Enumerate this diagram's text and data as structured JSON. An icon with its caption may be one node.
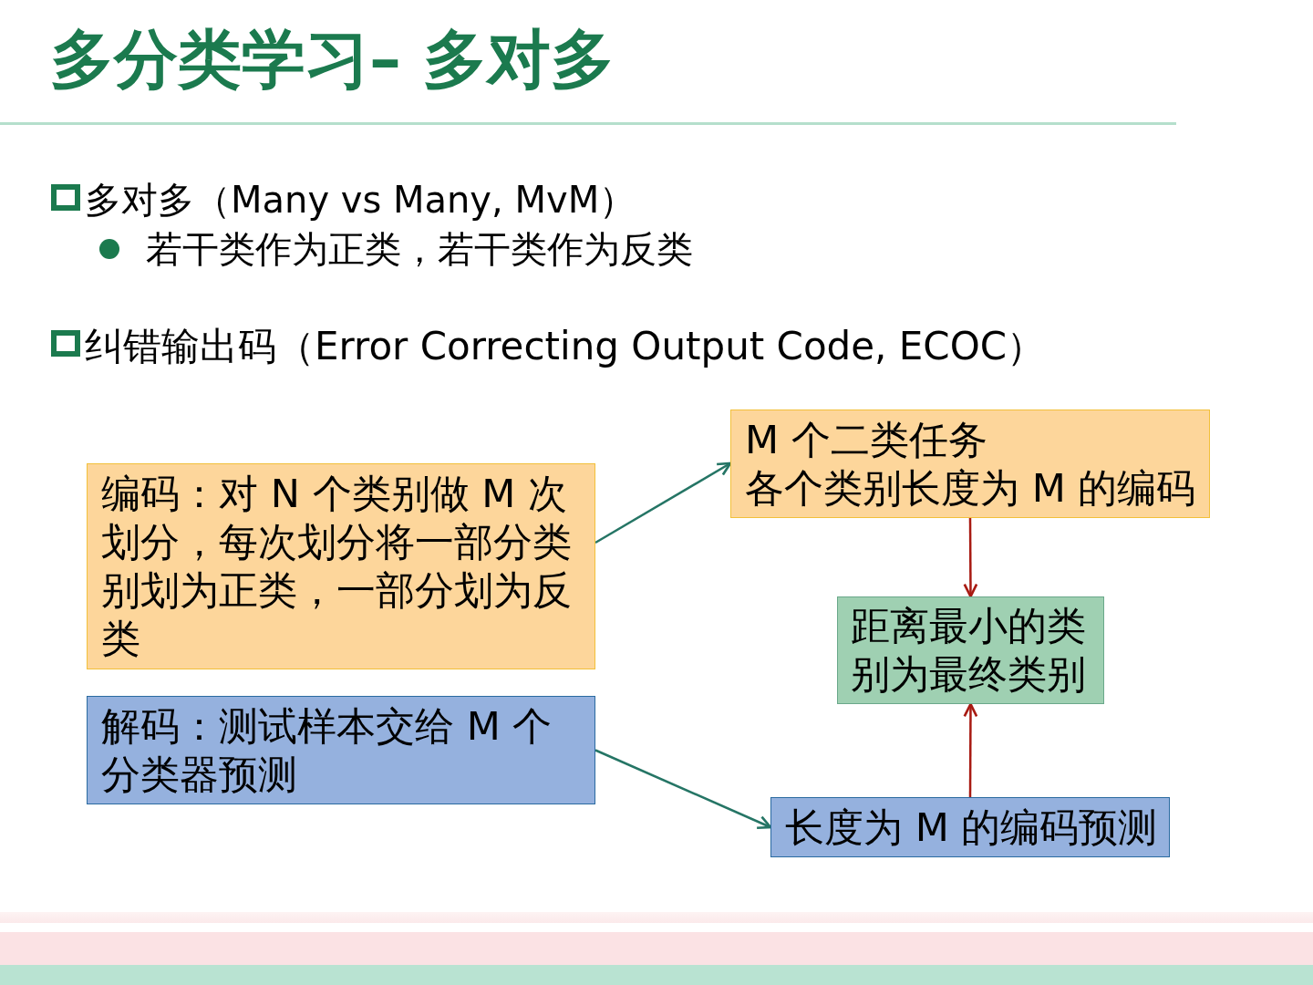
{
  "diagram": {
    "title": "多分类学习– 多对多",
    "nodes": [
      {
        "text": [
          "编码：对 N 个类别做 M 次划分，每次划分将一部分类别划为正类，一部分划为反类"
        ]
      },
      {
        "text": [
          "M 个二类任务",
          "各个类别长度为 M 的编码"
        ]
      },
      {
        "text": [
          "距离最小的类别为最终类别"
        ]
      },
      {
        "text": [
          "解码：测试样本交给 M 个分类器预测"
        ]
      },
      {
        "text": [
          "长度为 M 的编码预测"
        ]
      }
    ],
    "edges": [
      {
        "from": 0,
        "to": 1,
        "arrow": "to",
        "color": "#257565"
      },
      {
        "from": 1,
        "to": 2,
        "arrow": "to",
        "color": "#a81a12"
      },
      {
        "from": 3,
        "to": 4,
        "arrow": "to",
        "color": "#257565"
      },
      {
        "from": 4,
        "to": 2,
        "arrow": "to",
        "color": "#a81a12"
      }
    ],
    "labels": [
      "多对多（Many vs Many, MvM）",
      "若干类作为正类，若干类作为反类",
      "纠错输出码（Error Correcting Output Code, ECOC）"
    ]
  }
}
